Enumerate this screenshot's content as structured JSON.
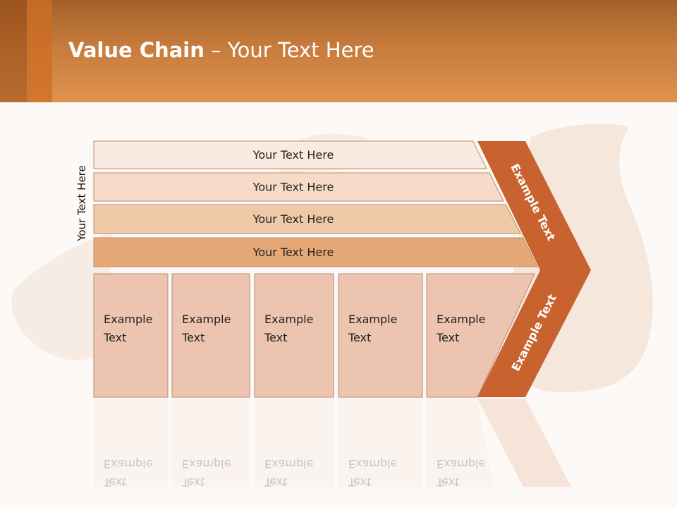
{
  "title": {
    "bold": "Value Chain",
    "rest": " – Your Text Here"
  },
  "y_label": "Your Text Here",
  "rows": [
    {
      "label": "Your Text Here"
    },
    {
      "label": "Your Text Here"
    },
    {
      "label": "Your Text Here"
    },
    {
      "label": "Your Text Here"
    }
  ],
  "boxes": [
    {
      "line1": "Example",
      "line2": "Text"
    },
    {
      "line1": "Example",
      "line2": "Text"
    },
    {
      "line1": "Example",
      "line2": "Text"
    },
    {
      "line1": "Example",
      "line2": "Text"
    },
    {
      "line1": "Example",
      "line2": "Text"
    }
  ],
  "arrow_top": "Example Text",
  "arrow_bottom": "Example Text",
  "colors": {
    "header": "#c77b3c",
    "arrow": "#c8622e",
    "row1": "#faebe0",
    "row2": "#f6dcc8",
    "row3": "#f0c9a9",
    "row4": "#e7a877",
    "box": "#ecc4b0"
  }
}
